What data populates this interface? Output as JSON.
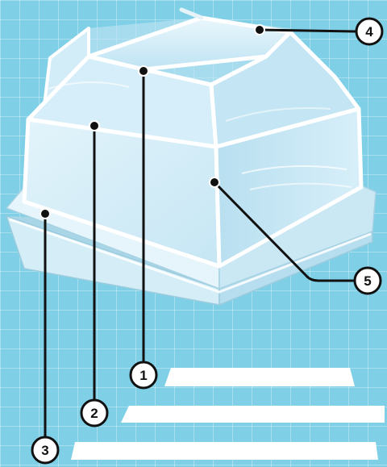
{
  "callouts": [
    {
      "number": "1"
    },
    {
      "number": "2"
    },
    {
      "number": "3"
    },
    {
      "number": "4"
    },
    {
      "number": "5"
    }
  ],
  "answer_blanks": [
    {
      "for": "1",
      "text": ""
    },
    {
      "for": "2",
      "text": ""
    },
    {
      "for": "3",
      "text": ""
    }
  ],
  "colors": {
    "background": "#7fd0e6",
    "glass": "#cfeaf6",
    "frame": "#ffffff",
    "base": "#cdeaf4",
    "leader": "#111111"
  }
}
